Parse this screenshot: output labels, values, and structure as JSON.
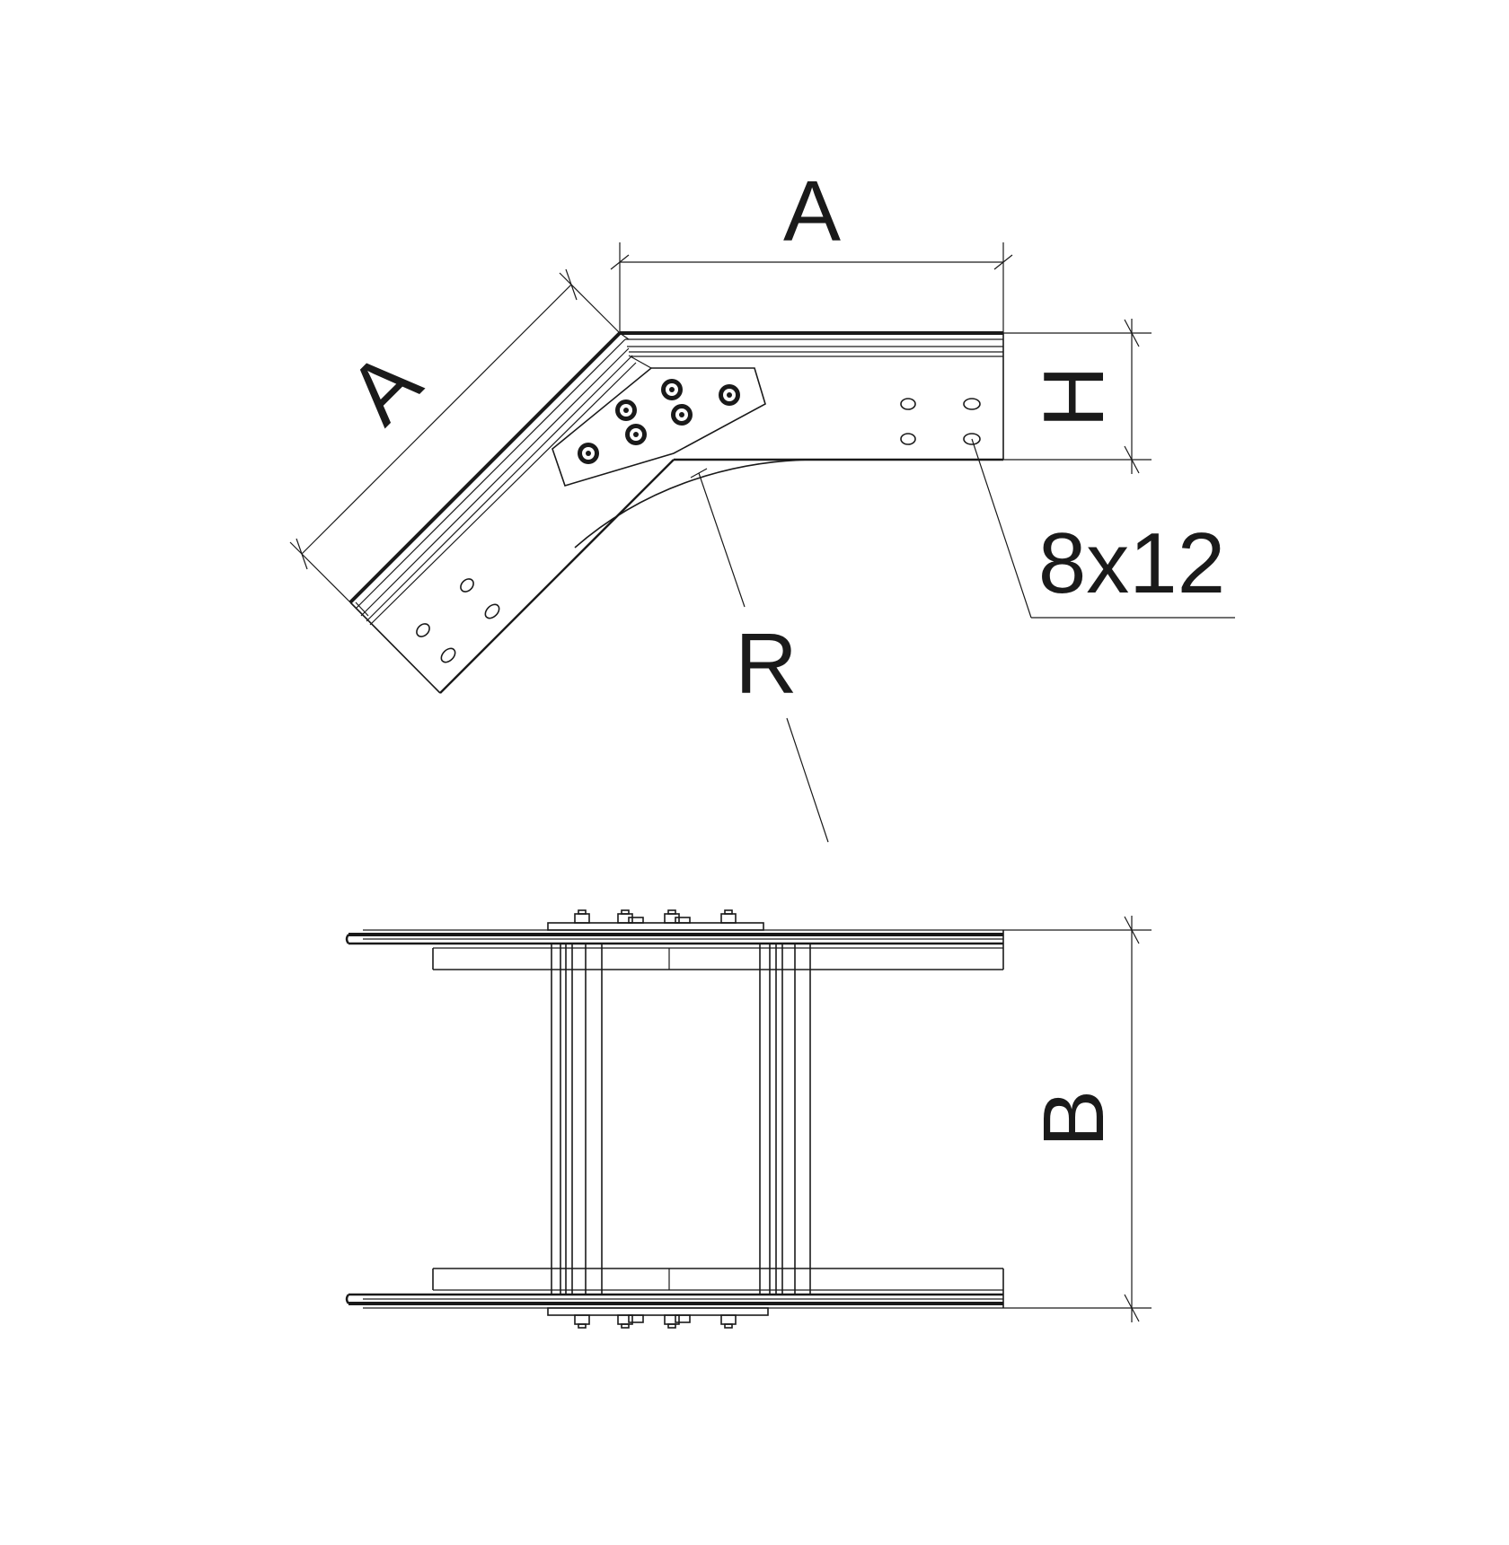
{
  "labels": {
    "length_top": "A",
    "length_angled": "A",
    "height": "H",
    "slot_size": "8x12",
    "radius": "R",
    "width": "B"
  }
}
